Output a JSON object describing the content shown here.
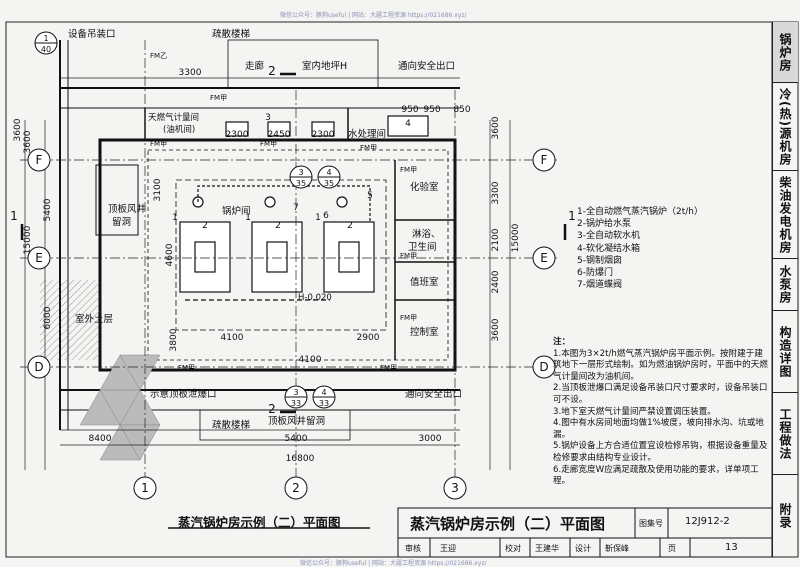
{
  "watermark_top": "微信公众号：豚狗useful | 网站：大疆工程资源 https://021686.xyz/",
  "watermark_bottom": "微信公众号：豚狗useful | 网站：大疆工程资源 https://021686.xyz/",
  "side_tabs": [
    "锅炉房",
    "冷(热)源机房",
    "柴油发电机房",
    "水泵房",
    "构造详图",
    "工程做法",
    "附录"
  ],
  "plan": {
    "rooms": {
      "boiler": "锅炉间",
      "gas_meter_1": "天燃气计量间",
      "gas_meter_2": "(油机间)",
      "water_treatment": "水处理间",
      "lab": "化验室",
      "shower_1": "淋浴、",
      "shower_2": "卫生间",
      "duty": "值班室",
      "control": "控制室",
      "corridor": "走廊",
      "floor_pit": "室内地坪H",
      "exit_top": "通向安全出口",
      "exit_bottom": "通向安全出口",
      "stairs_top": "疏散楼梯",
      "stairs_bottom": "疏散楼梯",
      "lift_opening": "设备吊装口",
      "outdoor_soil": "室外土层",
      "vent_1_l1": "顶板风井",
      "vent_1_l2": "留洞",
      "vent_2": "顶板风井留洞",
      "relief": "示意顶板泄爆口",
      "floor_level": "H-0.020"
    },
    "doors": [
      "FM乙",
      "FM甲",
      "FM甲",
      "FM甲",
      "FM甲",
      "FM甲",
      "FM甲",
      "FM甲",
      "FM甲",
      "FM甲"
    ],
    "dims_top": [
      "3300",
      "3600",
      "2300",
      "2450",
      "2300",
      "950",
      "950",
      "850"
    ],
    "dims_bottom": [
      "8400",
      "5400",
      "3000",
      "16800",
      "4100",
      "2900",
      "4100",
      "3800"
    ],
    "dims_left": [
      "3600",
      "5400",
      "15000",
      "6000",
      "3100",
      "4600"
    ],
    "dims_right": [
      "3600",
      "3300",
      "15000",
      "2100",
      "2400",
      "3600"
    ],
    "axes": [
      "F",
      "E",
      "D",
      "F",
      "E",
      "D",
      "1",
      "2",
      "3"
    ],
    "callouts": [
      {
        "top": "3",
        "bottom": "35"
      },
      {
        "top": "4",
        "bottom": "35"
      },
      {
        "top": "3",
        "bottom": "33"
      },
      {
        "top": "4",
        "bottom": "33"
      },
      {
        "top": "1",
        "bottom": "40"
      }
    ],
    "section_marks": [
      "1",
      "1",
      "2",
      "2"
    ],
    "equip_tags": [
      "1",
      "2",
      "1",
      "2",
      "1",
      "2",
      "3",
      "4",
      "5",
      "6",
      "7"
    ]
  },
  "legend": [
    "1-全自动燃气蒸汽锅炉（2t/h）",
    "2-锅炉给水泵",
    "3-全自动软水机",
    "4-软化凝结水箱",
    "5-钢制烟囱",
    "6-防爆门",
    "7-烟道蝶阀"
  ],
  "notes": {
    "title": "注：",
    "items": [
      "1.本图为3×2t/h燃气蒸汽锅炉房平面示例。按附建于建筑地下一层形式绘制。如为燃油锅炉房时，平面中的天燃气计量间改为油机间。",
      "2.当顶板泄爆口满足设备吊装口尺寸要求时，设备吊装口可不设。",
      "3.地下室天燃气计量间严禁设置调压装置。",
      "4.图中有水房间地面均做1%坡度，坡向排水沟、坑或地漏。",
      "5.锅炉设备上方合适位置宜设检修吊钩，根据设备重量及检修要求由结构专业设计。",
      "6.走廊宽度W应满足疏散及使用功能的要求，详单项工程。"
    ]
  },
  "sub_title": "蒸汽锅炉房示例（二）平面图",
  "title_block": {
    "title": "蒸汽锅炉房示例（二）平面图",
    "atlas_label": "图集号",
    "atlas_no": "12J912-2",
    "review_label": "审核",
    "review_name": "王迎",
    "check_label": "校对",
    "check_name": "王建华",
    "design_label": "设计",
    "design_name": "靳保峰",
    "page_label": "页",
    "page_no": "13"
  }
}
